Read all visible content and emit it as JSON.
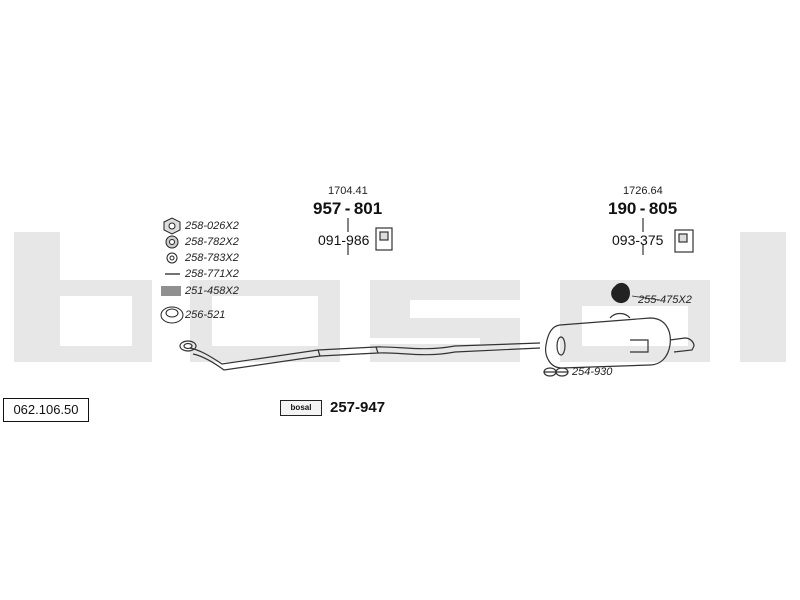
{
  "watermark": {
    "text": "bosal",
    "color": "#e6e6e6"
  },
  "diagram_code": "062.106.50",
  "front_section": {
    "ref": "1704.41",
    "part": "957-801",
    "part_a": "957",
    "part_b": "801",
    "mount": "091-986",
    "mount_a": "091",
    "mount_b": "986"
  },
  "rear_section": {
    "ref": "1726.64",
    "part": "190-805",
    "part_a": "190",
    "part_b": "805",
    "mount": "093-375",
    "mount_a": "093",
    "mount_b": "375"
  },
  "fittings": [
    {
      "label": "258-026X2",
      "icon": "nut-icon"
    },
    {
      "label": "258-782X2",
      "icon": "spring-washer-icon"
    },
    {
      "label": "258-783X2",
      "icon": "washer-icon"
    },
    {
      "label": "258-771X2",
      "icon": "bolt-icon"
    },
    {
      "label": "251-458X2",
      "icon": "spring-icon"
    },
    {
      "label": "256-521",
      "icon": "gasket-ring-icon"
    }
  ],
  "rubber_mount": "255-475X2",
  "clamp": "254-930",
  "kit": {
    "brand": "bosal",
    "part": "257-947"
  }
}
